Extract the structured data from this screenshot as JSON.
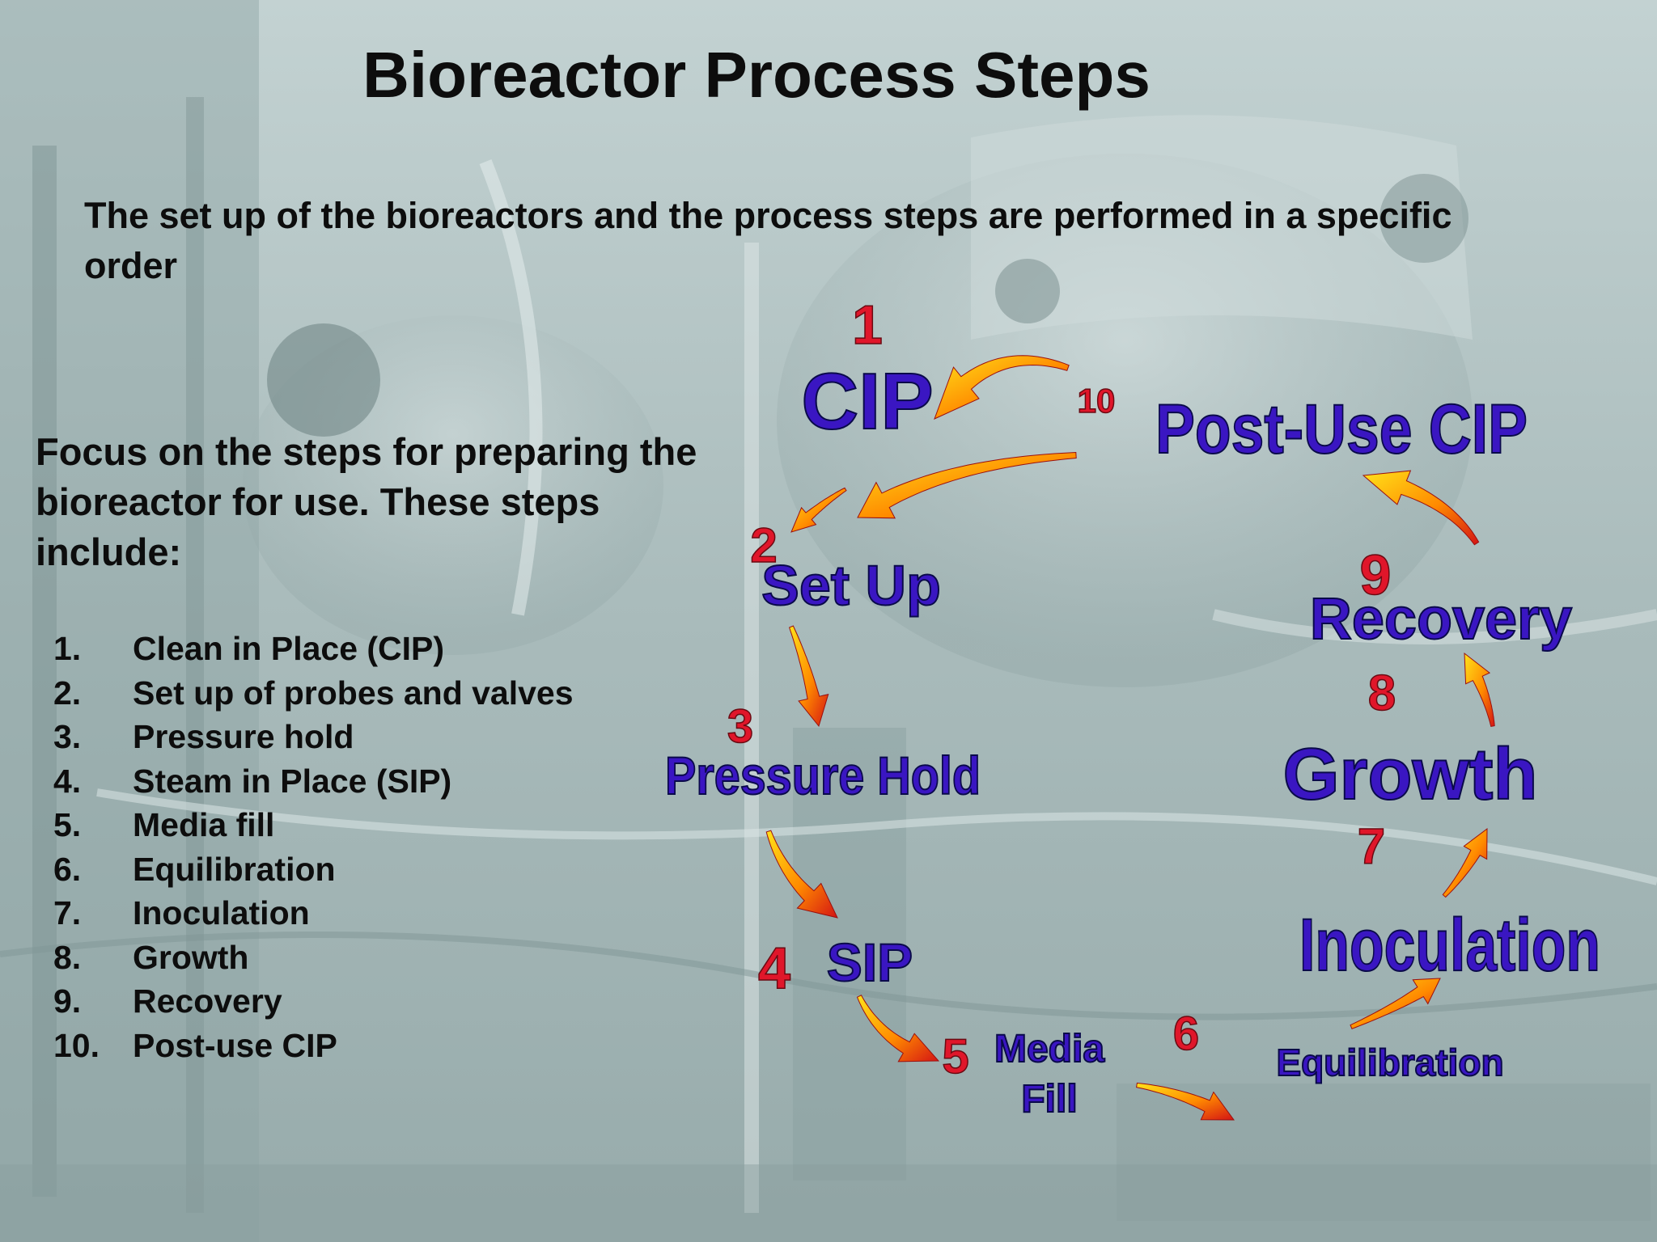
{
  "title": "Bioreactor Process Steps",
  "intro": "The set up of the bioreactors and the process steps are performed in a specific order",
  "focus": "Focus on the steps for preparing the bioreactor for use.  These steps include:",
  "steps": [
    {
      "num": "1.",
      "label": "Clean in Place (CIP)"
    },
    {
      "num": "2.",
      "label": "Set up of probes and valves"
    },
    {
      "num": "3.",
      "label": "Pressure hold"
    },
    {
      "num": "4.",
      "label": "Steam in Place (SIP)"
    },
    {
      "num": "5.",
      "label": "Media fill"
    },
    {
      "num": "6.",
      "label": "Equilibration"
    },
    {
      "num": "7.",
      "label": "Inoculation"
    },
    {
      "num": "8.",
      "label": "Growth"
    },
    {
      "num": "9.",
      "label": "Recovery"
    },
    {
      "num": "10.",
      "label": "Post-use CIP"
    }
  ],
  "cycle": {
    "nodes": [
      {
        "num": "1",
        "label": "CIP"
      },
      {
        "num": "2",
        "label": "Set Up"
      },
      {
        "num": "3",
        "label": "Pressure Hold"
      },
      {
        "num": "4",
        "label": "SIP"
      },
      {
        "num": "5",
        "label": "Media"
      },
      {
        "num": "",
        "label": "Fill"
      },
      {
        "num": "6",
        "label": "Equilibration"
      },
      {
        "num": "7",
        "label": "Inoculation"
      },
      {
        "num": "8",
        "label": "Growth"
      },
      {
        "num": "9",
        "label": "Recovery"
      },
      {
        "num": "10",
        "label": "Post-Use CIP"
      }
    ],
    "label_fill": "#3a16c2",
    "label_stroke": "#0a0a4a",
    "number_fill": "#e0162a",
    "arrow_gradient": [
      "#ffe21a",
      "#ff8a00",
      "#d41414"
    ]
  },
  "colors": {
    "text": "#0d0d0d",
    "background": "#a9bbbb"
  }
}
